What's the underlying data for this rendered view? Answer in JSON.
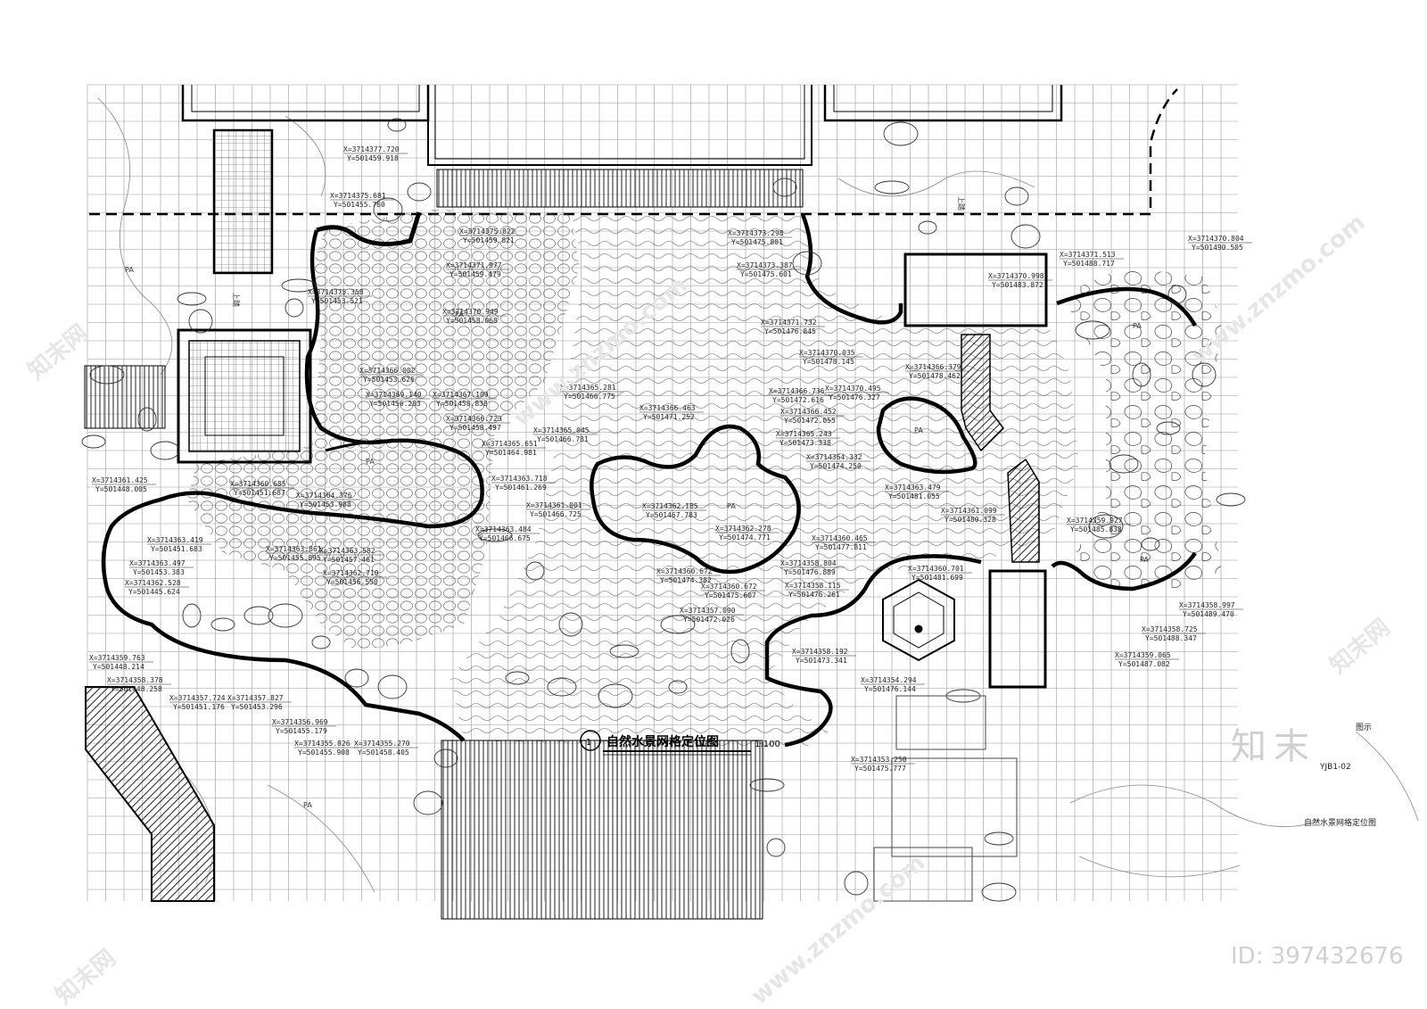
{
  "drawing": {
    "title": "自然水景网格定位图",
    "scale": "1:100",
    "number": "1",
    "side_label": "自然水景网格定位图",
    "side_caption": "图示",
    "sheet_code": "YJB1-02"
  },
  "watermark": {
    "brand": "知末",
    "id": "ID: 397432676",
    "site": "www.znzmo.com",
    "site_cn": "知末网"
  },
  "zones": {
    "pa_label": "PA",
    "stair_up": "上踏",
    "bridge_label": "上踏"
  },
  "coordinates": [
    {
      "x": "X=3714377.720",
      "y": "Y=501459.918"
    },
    {
      "x": "X=3714375.681",
      "y": "Y=501455.760"
    },
    {
      "x": "X=3714375.822",
      "y": "Y=501459.821"
    },
    {
      "x": "X=3714371.977",
      "y": "Y=501459.479"
    },
    {
      "x": "X=3714375.358",
      "y": "Y=501453.521"
    },
    {
      "x": "X=3714370.949",
      "y": "Y=501458.068"
    },
    {
      "x": "X=3714366.002",
      "y": "Y=501453.626"
    },
    {
      "x": "X=3714369.140",
      "y": "Y=501456.283"
    },
    {
      "x": "X=3714367.109",
      "y": "Y=501458.838"
    },
    {
      "x": "X=3714366.723",
      "y": "Y=501458.497"
    },
    {
      "x": "X=3714365.281",
      "y": "Y=501466.775"
    },
    {
      "x": "X=3714365.651",
      "y": "Y=501464.981"
    },
    {
      "x": "X=3714365.045",
      "y": "Y=501466.781"
    },
    {
      "x": "X=3714363.718",
      "y": "Y=501461.269"
    },
    {
      "x": "X=3714366.463",
      "y": "Y=501471.252"
    },
    {
      "x": "X=3714361.425",
      "y": "Y=501448.005"
    },
    {
      "x": "X=3714364.376",
      "y": "Y=501453.988"
    },
    {
      "x": "X=3714360.685",
      "y": "Y=501451.687"
    },
    {
      "x": "X=3714361.001",
      "y": "Y=501466.725"
    },
    {
      "x": "X=3714363.484",
      "y": "Y=501466.675"
    },
    {
      "x": "X=3714362.185",
      "y": "Y=501467.783"
    },
    {
      "x": "X=3714362.278",
      "y": "Y=501474.771"
    },
    {
      "x": "X=3714373.298",
      "y": "Y=501475.801"
    },
    {
      "x": "X=3714373.387",
      "y": "Y=501475.601"
    },
    {
      "x": "X=3714371.732",
      "y": "Y=501476.845"
    },
    {
      "x": "X=3714370.035",
      "y": "Y=501478.145"
    },
    {
      "x": "X=3714366.736",
      "y": "Y=501472.616"
    },
    {
      "x": "X=3714370.495",
      "y": "Y=501476.327"
    },
    {
      "x": "X=3714366.452",
      "y": "Y=501472.055"
    },
    {
      "x": "X=3714365.243",
      "y": "Y=501473.338"
    },
    {
      "x": "X=3714364.332",
      "y": "Y=501474.250"
    },
    {
      "x": "X=3714371.513",
      "y": "Y=501488.717"
    },
    {
      "x": "X=3714370.998",
      "y": "Y=501483.872"
    },
    {
      "x": "X=3714370.804",
      "y": "Y=501490.505"
    },
    {
      "x": "X=3714366.379",
      "y": "Y=501478.462"
    },
    {
      "x": "X=3714363.479",
      "y": "Y=501481.055"
    },
    {
      "x": "X=3714361.099",
      "y": "Y=501480.328"
    },
    {
      "x": "X=3714359.927",
      "y": "Y=501485.838"
    },
    {
      "x": "X=3714363.419",
      "y": "Y=501451.683"
    },
    {
      "x": "X=3714363.497",
      "y": "Y=501453.383"
    },
    {
      "x": "X=3714362.528",
      "y": "Y=501445.624"
    },
    {
      "x": "X=3714363.861",
      "y": "Y=501455.895"
    },
    {
      "x": "X=3714363.582",
      "y": "Y=501457.461"
    },
    {
      "x": "X=3714362.710",
      "y": "Y=501456.550"
    },
    {
      "x": "X=3714360.672",
      "y": "Y=501474.382"
    },
    {
      "x": "X=3714360.672",
      "y": "Y=501475.607"
    },
    {
      "x": "X=3714357.090",
      "y": "Y=501472.026"
    },
    {
      "x": "X=3714360.465",
      "y": "Y=501477.811"
    },
    {
      "x": "X=3714358.804",
      "y": "Y=501476.889"
    },
    {
      "x": "X=3714358.115",
      "y": "Y=501476.261"
    },
    {
      "x": "X=3714360.701",
      "y": "Y=501481.699"
    },
    {
      "x": "X=3714358.192",
      "y": "Y=501473.341"
    },
    {
      "x": "X=3714354.294",
      "y": "Y=501476.144"
    },
    {
      "x": "X=3714358.997",
      "y": "Y=501489.470"
    },
    {
      "x": "X=3714358.725",
      "y": "Y=501488.347"
    },
    {
      "x": "X=3714359.065",
      "y": "Y=501487.082"
    },
    {
      "x": "X=3714359.763",
      "y": "Y=501448.214"
    },
    {
      "x": "X=3714358.378",
      "y": "Y=501448.258"
    },
    {
      "x": "X=3714357.724",
      "y": "Y=501451.176"
    },
    {
      "x": "X=3714357.827",
      "y": "Y=501453.296"
    },
    {
      "x": "X=3714356.969",
      "y": "Y=501455.179"
    },
    {
      "x": "X=3714355.826",
      "y": "Y=501455.908"
    },
    {
      "x": "X=3714355.270",
      "y": "Y=501458.405"
    },
    {
      "x": "X=3714353.250",
      "y": "Y=501475.777"
    }
  ]
}
